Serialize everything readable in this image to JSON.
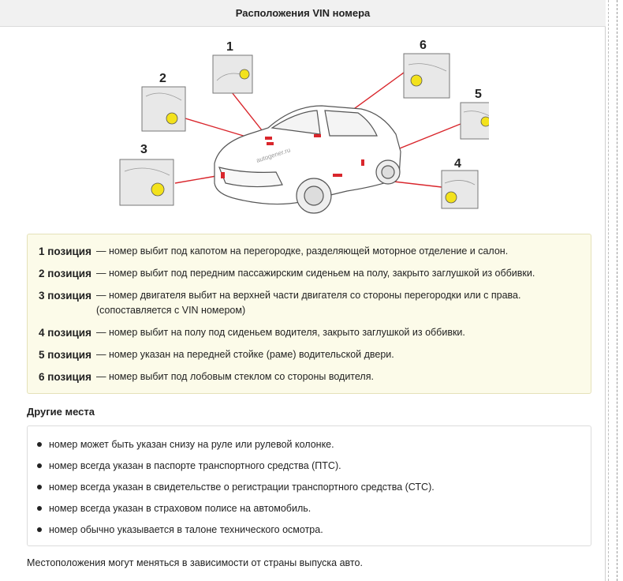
{
  "header": {
    "title": "Расположения VIN номера"
  },
  "diagram": {
    "callouts": [
      "1",
      "2",
      "3",
      "4",
      "5",
      "6"
    ],
    "watermark": "autogener.ru",
    "accent_color": "#d9262c",
    "marker_color": "#f3e21c"
  },
  "positions": [
    {
      "label": "1 позиция",
      "text": "— номер выбит под капотом на перегородке, разделяющей моторное отделение и салон.",
      "sub": ""
    },
    {
      "label": "2 позиция",
      "text": "— номер выбит под передним пассажирским сиденьем на полу, закрыто заглушкой из оббивки.",
      "sub": ""
    },
    {
      "label": "3 позиция",
      "text": "— номер двигателя выбит на верхней части двигателя со стороны перегородки или с права.",
      "sub": "(сопоставляется с VIN номером)"
    },
    {
      "label": "4 позиция",
      "text": "— номер выбит на полу под сиденьем водителя, закрыто заглушкой из оббивки.",
      "sub": ""
    },
    {
      "label": "5 позиция",
      "text": "— номер указан на передней стойке (раме) водительской двери.",
      "sub": ""
    },
    {
      "label": "6 позиция",
      "text": "— номер выбит под лобовым стеклом со стороны водителя.",
      "sub": ""
    }
  ],
  "other": {
    "title": "Другие места",
    "items": [
      "номер может быть указан снизу на руле или рулевой колонке.",
      "номер всегда указан в паспорте транспортного средства (ПТС).",
      "номер всегда указан в свидетельстве о регистрации транспортного средства (СТС).",
      "номер всегда указан в страховом полисе на автомобиль.",
      "номер обычно указывается в талоне технического осмотра."
    ]
  },
  "footer": {
    "note": "Местоположения могут меняться в зависимости от страны выпуска авто."
  }
}
